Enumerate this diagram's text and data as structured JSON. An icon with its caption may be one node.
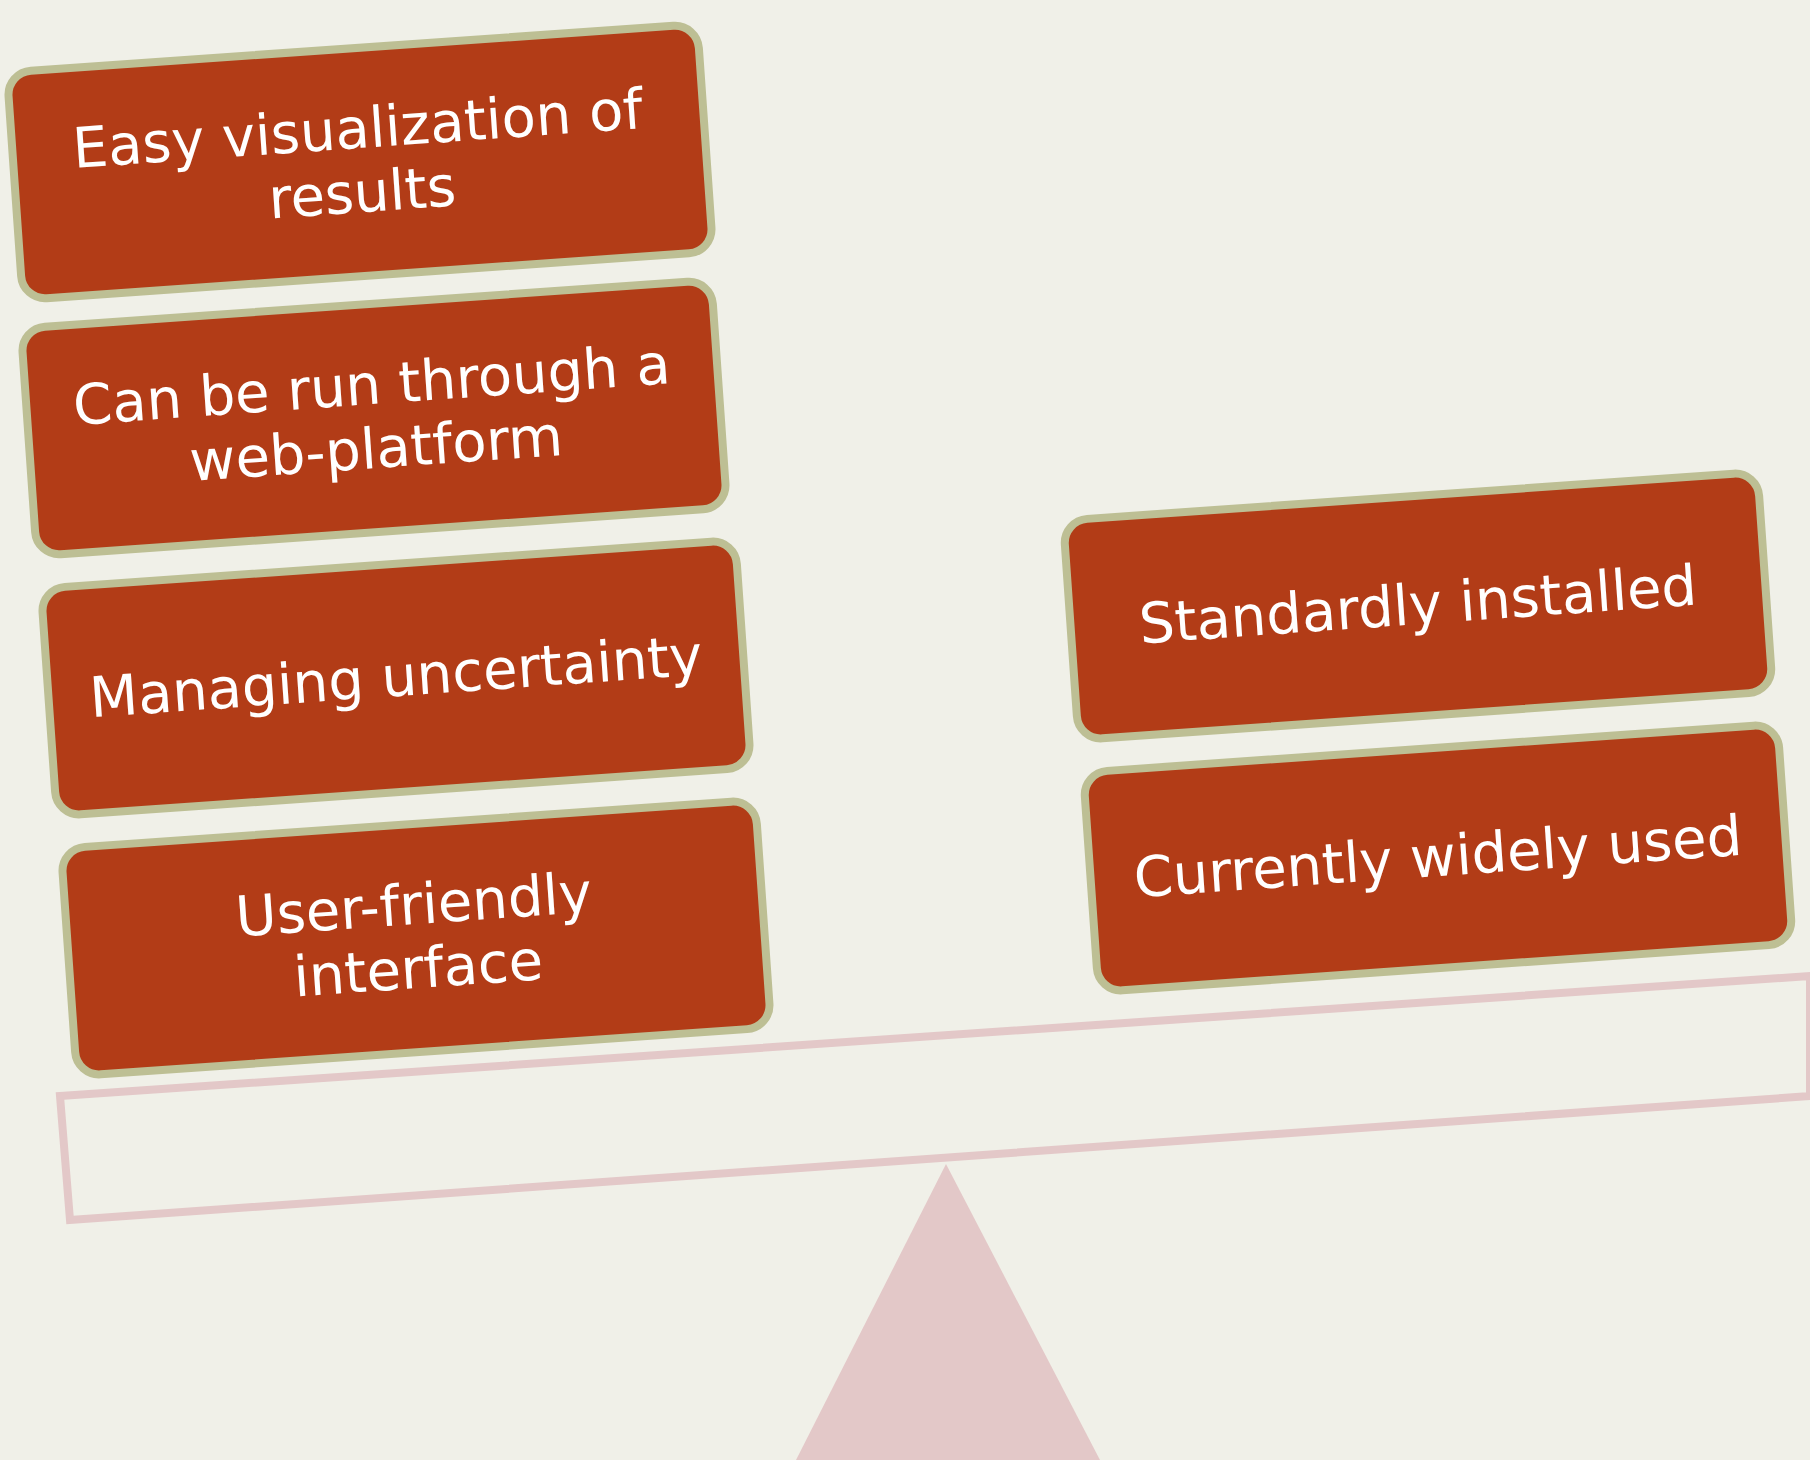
{
  "diagram": {
    "nodes": [
      {
        "text": [
          "Easy visualization of results"
        ]
      },
      {
        "text": [
          "Can be run through a web-platform"
        ]
      },
      {
        "text": [
          "Managing uncertainty"
        ]
      },
      {
        "text": [
          "User-friendly interface"
        ]
      },
      {
        "text": [
          "Standardly installed"
        ]
      },
      {
        "text": [
          "Currently widely used"
        ]
      }
    ]
  }
}
